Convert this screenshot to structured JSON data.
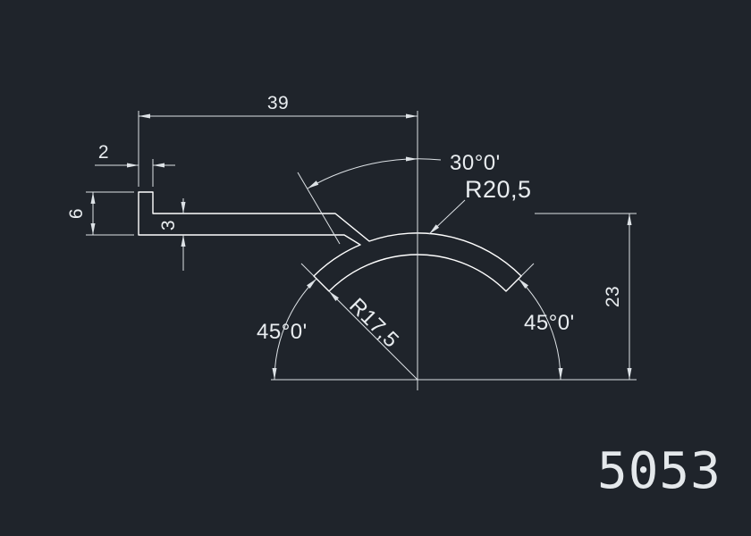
{
  "window": {
    "background": "#1f242b"
  },
  "drawing": {
    "part_number": "5053",
    "dims": {
      "top_width": "39",
      "lip_width": "2",
      "lip_height": "6",
      "wall_thickness": "3",
      "top_angle": "30°0'",
      "outer_radius": "R20,5",
      "right_height": "23",
      "left_angle": "45°0'",
      "right_angle": "45°0'",
      "inner_radius": "R17,5"
    },
    "colors": {
      "background": "#1f242b",
      "object_line": "#ffffff",
      "dimension_line": "#dde2e6",
      "text": "#e9edf0"
    }
  }
}
